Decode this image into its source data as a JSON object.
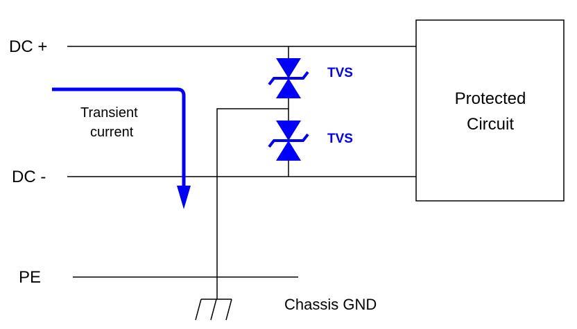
{
  "labels": {
    "dc_plus": "DC +",
    "dc_minus": "DC -",
    "pe": "PE",
    "chassis_gnd": "Chassis GND",
    "transient_line1": "Transient",
    "transient_line2": "current",
    "tvs_top": "TVS",
    "tvs_bottom": "TVS",
    "protected_line1": "Protected",
    "protected_line2": "Circuit"
  },
  "colors": {
    "wire": "#000000",
    "tvs": "#0000ff",
    "transient_arrow": "#0000ff"
  }
}
